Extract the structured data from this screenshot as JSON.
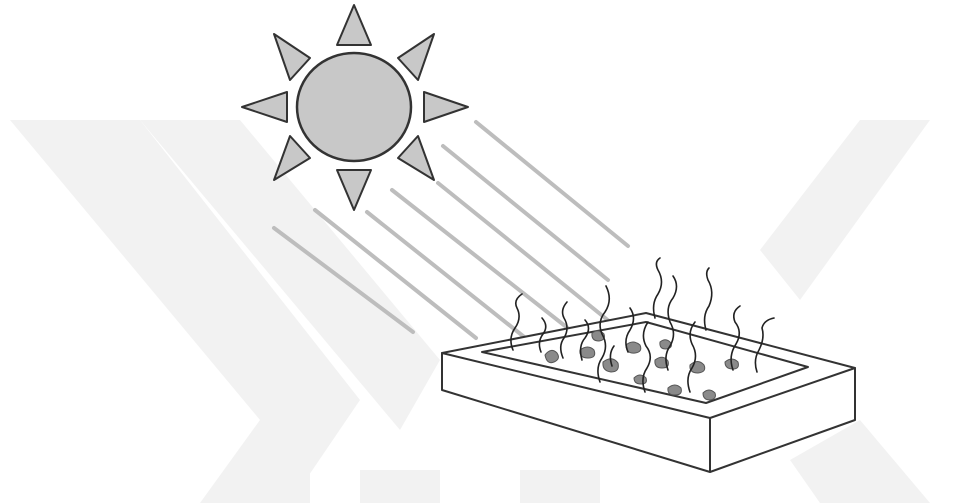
{
  "diagram": {
    "subject": "solar drying",
    "components": [
      "sun",
      "sun-rays",
      "drying-tray",
      "material-pieces",
      "vapor-wisps"
    ],
    "colors": {
      "background": "#ffffff",
      "watermark": "#f2f2f2",
      "sun_fill": "#c8c8c8",
      "outline": "#333333",
      "ray": "#bdbdbd",
      "material": "#8a8a8a"
    },
    "counts": {
      "sun_triangles": 8,
      "ray_lines": 7,
      "material_pieces": 12,
      "vapor_wisps": 14
    }
  }
}
